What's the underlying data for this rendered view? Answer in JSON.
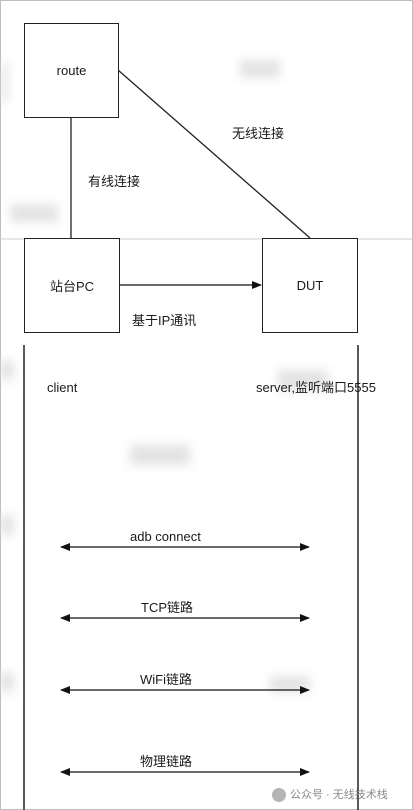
{
  "top_diagram": {
    "route": "route",
    "station_pc": "站台PC",
    "dut": "DUT",
    "wired_link": "有线连接",
    "wireless_link": "无线连接",
    "ip_comm": "基于IP通讯"
  },
  "sequence": {
    "client": "client",
    "server": "server,监听端口5555",
    "links": [
      "adb connect",
      "TCP链路",
      "WiFi链路",
      "物理链路"
    ]
  },
  "watermark": "公众号 · 无线技术栈"
}
